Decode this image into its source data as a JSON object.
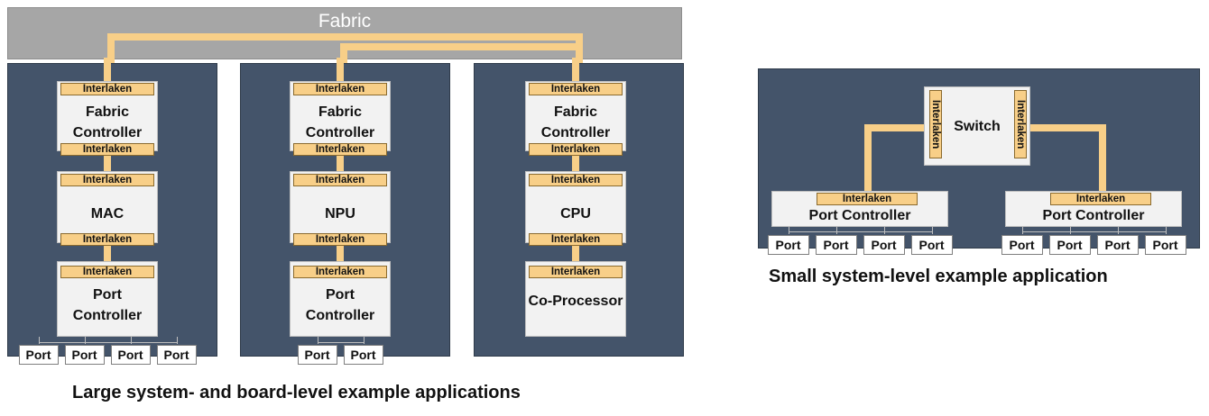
{
  "fabric_label": "Fabric",
  "interlaken_label": "Interlaken",
  "port_label": "Port",
  "large": {
    "columns": [
      {
        "blocks": [
          "Fabric\nController",
          "MAC",
          "Port\nController"
        ],
        "port_count": 4
      },
      {
        "blocks": [
          "Fabric\nController",
          "NPU",
          "Port\nController"
        ],
        "port_count": 2
      },
      {
        "blocks": [
          "Fabric\nController",
          "CPU",
          "Co-Processor"
        ],
        "port_count": 0
      }
    ],
    "caption": "Large system- and board-level example applications"
  },
  "small": {
    "switch_label": "Switch",
    "port_controllers": [
      "Port Controller",
      "Port Controller"
    ],
    "ports_per_controller": 4,
    "caption": "Small system-level example application"
  },
  "colors": {
    "panel": "#44546a",
    "fabric": "#a6a6a6",
    "interlaken": "#f8cf88",
    "block": "#f2f2f2"
  }
}
